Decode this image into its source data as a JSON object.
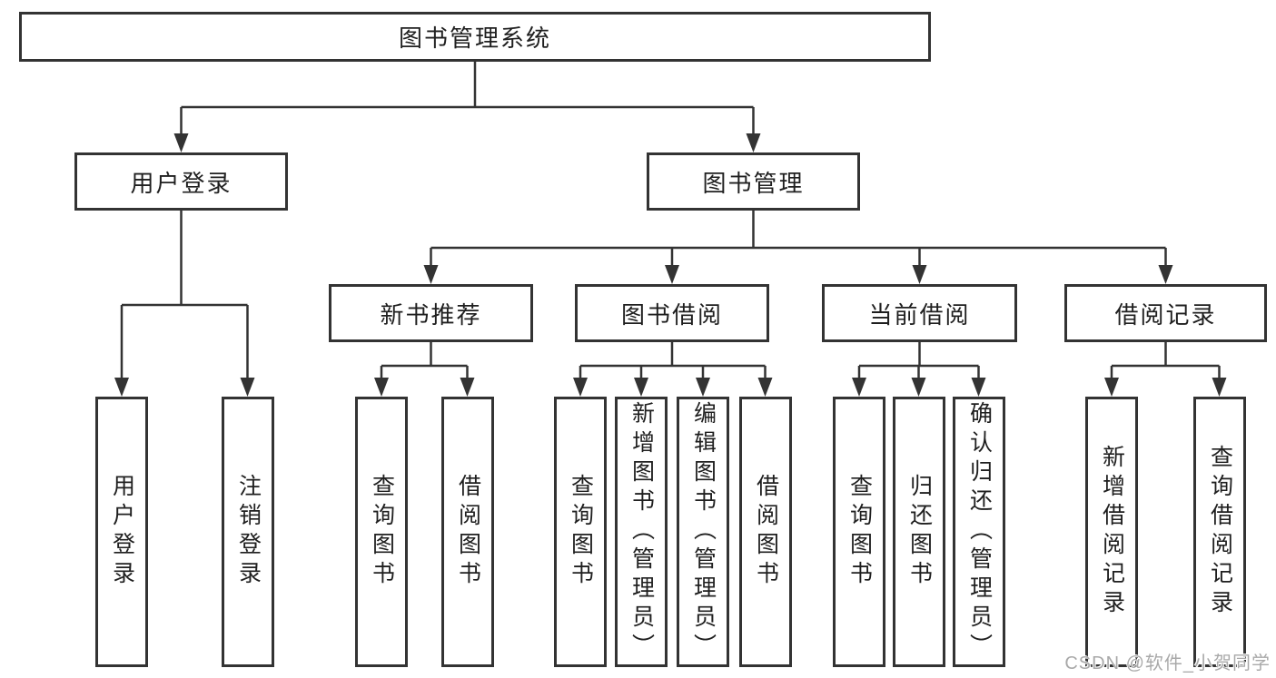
{
  "tree": {
    "root": {
      "label": "图书管理系统"
    },
    "branches": [
      {
        "label": "用户登录",
        "leaves": [
          {
            "label": "用户登录"
          },
          {
            "label": "注销登录"
          }
        ]
      },
      {
        "label": "图书管理",
        "children": [
          {
            "label": "新书推荐",
            "leaves": [
              {
                "label": "查询图书"
              },
              {
                "label": "借阅图书"
              }
            ]
          },
          {
            "label": "图书借阅",
            "leaves": [
              {
                "label": "查询图书"
              },
              {
                "label": "新增图书（管理员）"
              },
              {
                "label": "编辑图书（管理员）"
              },
              {
                "label": "借阅图书"
              }
            ]
          },
          {
            "label": "当前借阅",
            "leaves": [
              {
                "label": "查询图书"
              },
              {
                "label": "归还图书"
              },
              {
                "label": "确认归还（管理员）"
              }
            ]
          },
          {
            "label": "借阅记录",
            "leaves": [
              {
                "label": "新增借阅记录"
              },
              {
                "label": "查询借阅记录"
              }
            ]
          }
        ]
      }
    ]
  },
  "watermark": {
    "text": "CSDN @软件_小贺同学"
  },
  "colors": {
    "line": "#333333",
    "text": "#1f1f1f",
    "watermark": "#a9a9a9"
  }
}
